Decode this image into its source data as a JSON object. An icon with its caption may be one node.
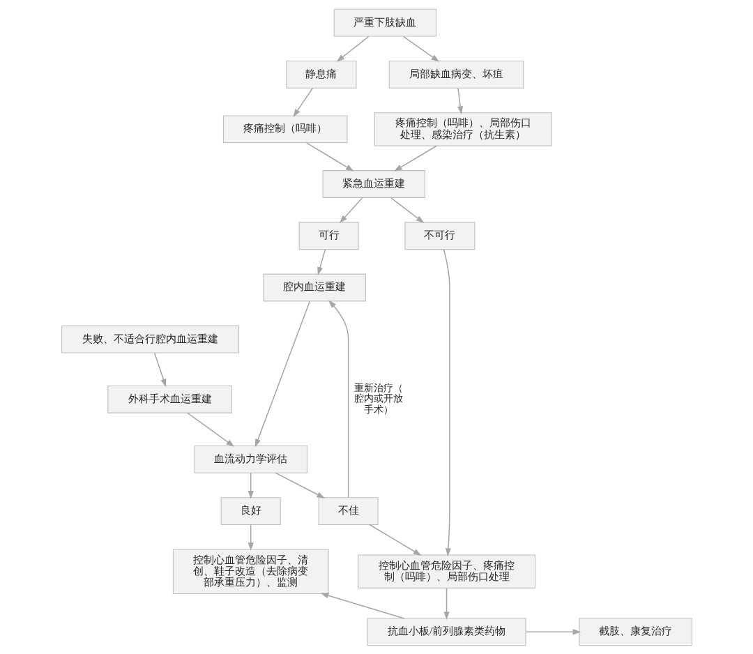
{
  "diagram": {
    "nodes": [
      {
        "text": [
          "严重下肢缺血"
        ]
      },
      {
        "text": [
          "静息痛"
        ]
      },
      {
        "text": [
          "局部缺血病变、坏疽"
        ]
      },
      {
        "text": [
          "疼痛控制（吗啡）"
        ]
      },
      {
        "text": [
          "疼痛控制（吗啡）、局部伤口处理、感染治疗（抗生素）"
        ]
      },
      {
        "text": [
          "紧急血运重建"
        ]
      },
      {
        "text": [
          "可行"
        ]
      },
      {
        "text": [
          "不可行"
        ]
      },
      {
        "text": [
          "腔内血运重建"
        ]
      },
      {
        "text": [
          "失败、不适合行腔内血运重建"
        ]
      },
      {
        "text": [
          "外科手术血运重建"
        ]
      },
      {
        "text": [
          "血流动力学评估"
        ]
      },
      {
        "text": [
          "良好"
        ]
      },
      {
        "text": [
          "不佳"
        ]
      },
      {
        "text": [
          "控制心血管危险因子、清创、鞋子改造（去除病变部承重压力）、监测"
        ]
      },
      {
        "text": [
          "控制心血管危险因子、疼痛控制（吗啡）、局部伤口处理"
        ]
      },
      {
        "text": [
          "截肢、康复治疗"
        ]
      },
      {
        "text": [
          "抗血小板/前列腺素类药物"
        ]
      }
    ],
    "edges": [
      {
        "from": 0,
        "to": 1,
        "arrow": "to"
      },
      {
        "from": 0,
        "to": 2,
        "arrow": "to"
      },
      {
        "from": 1,
        "to": 3,
        "arrow": "to"
      },
      {
        "from": 2,
        "to": 4,
        "arrow": "to"
      },
      {
        "from": 3,
        "to": 5,
        "arrow": "to"
      },
      {
        "from": 4,
        "to": 5,
        "arrow": "to"
      },
      {
        "from": 5,
        "to": 6,
        "arrow": "to"
      },
      {
        "from": 5,
        "to": 7,
        "arrow": "to"
      },
      {
        "from": 6,
        "to": 8,
        "arrow": "to"
      },
      {
        "from": 8,
        "to": 11,
        "arrow": "to"
      },
      {
        "from": 9,
        "to": 10,
        "arrow": "to"
      },
      {
        "from": 10,
        "to": 11,
        "arrow": "to"
      },
      {
        "from": 11,
        "to": 12,
        "arrow": "to"
      },
      {
        "from": 11,
        "to": 13,
        "arrow": "to"
      },
      {
        "from": 13,
        "to": 8,
        "arrow": "to",
        "label": "重新治疗（腔内或开放手术）"
      },
      {
        "from": 7,
        "to": 15,
        "arrow": "to"
      },
      {
        "from": 12,
        "to": 14,
        "arrow": "to"
      },
      {
        "from": 13,
        "to": 15,
        "arrow": "to"
      },
      {
        "from": 15,
        "to": 17,
        "arrow": "to"
      },
      {
        "from": 17,
        "to": 14,
        "arrow": "to"
      },
      {
        "from": 17,
        "to": 16,
        "arrow": "to"
      }
    ]
  }
}
